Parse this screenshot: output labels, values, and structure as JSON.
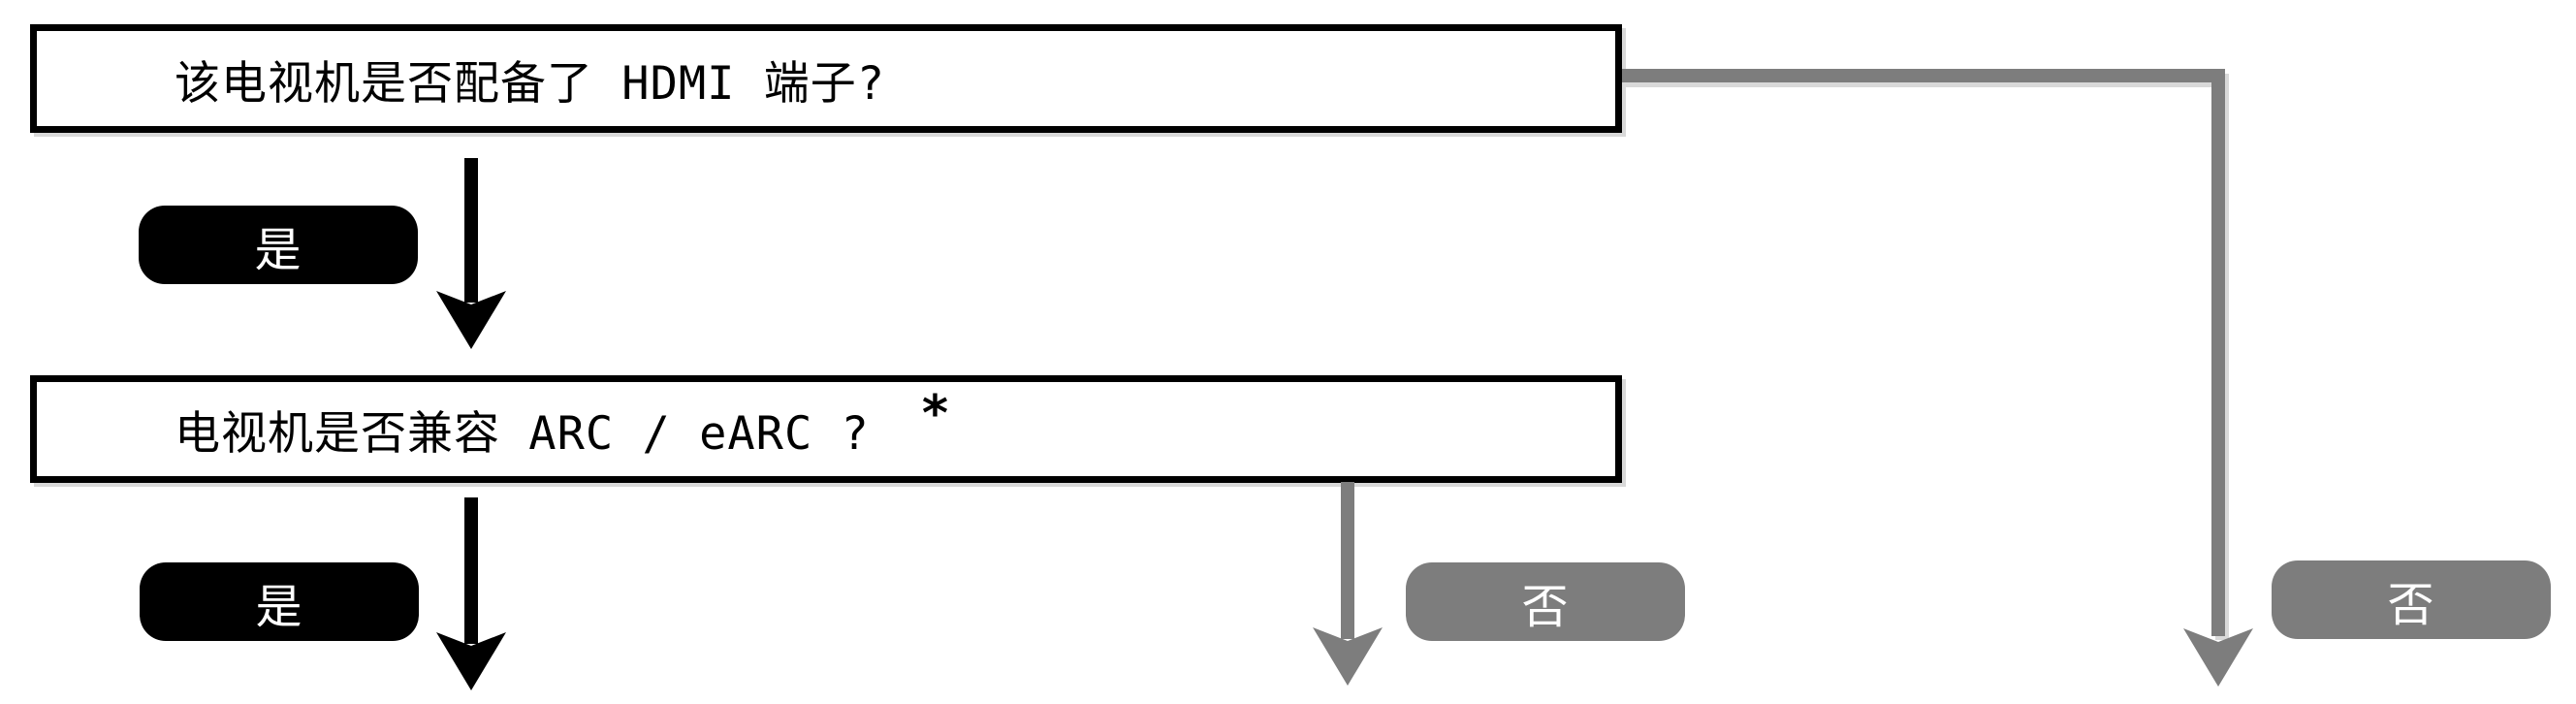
{
  "colors": {
    "gray": "#7d7d7d",
    "shadow": "#d9d9d9",
    "ink": "#000000",
    "paper": "#ffffff"
  },
  "flowchart": {
    "question1": {
      "text": "该电视机是否配备了 HDMI 端子?"
    },
    "question2": {
      "text": "电视机是否兼容 ARC / eARC ?",
      "note_marker": "*"
    },
    "badges": {
      "yes_1": "是",
      "yes_2": "是",
      "no_1": "否",
      "no_2": "否"
    }
  }
}
